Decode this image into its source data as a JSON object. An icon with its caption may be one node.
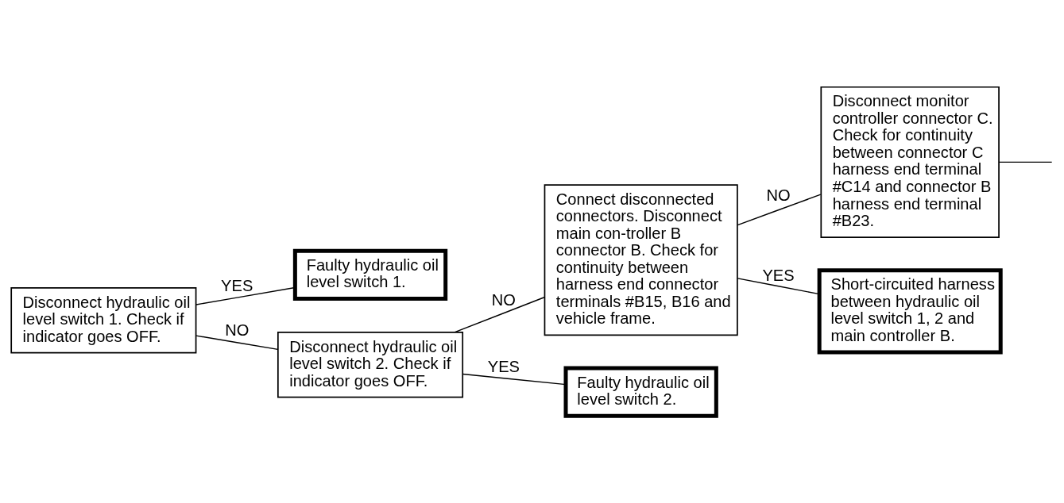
{
  "diagram": {
    "nodes": [
      {
        "text": [
          "Disconnect hydraulic oil level switch 1. Check if indicator goes OFF."
        ]
      },
      {
        "text": [
          "Faulty hydraulic oil level switch 1."
        ]
      },
      {
        "text": [
          "Disconnect hydraulic oil level switch 2. Check if indicator goes OFF."
        ]
      },
      {
        "text": [
          "Connect disconnected connectors. Disconnect main con-troller B connector B. Check for continuity between harness end connector terminals #B15, B16 and vehicle frame."
        ]
      },
      {
        "text": [
          "Disconnect monitor controller connector C. Check for continuity between connector C harness end terminal #C14 and connector B harness end terminal #B23."
        ]
      },
      {
        "text": [
          "Short-circuited harness between hydraulic oil level switch 1, 2 and main controller B."
        ]
      },
      {
        "text": [
          "Faulty hydraulic oil level switch 2."
        ]
      }
    ],
    "edges": [
      {
        "from": 0,
        "to": 1,
        "arrow": "none",
        "label": "YES"
      },
      {
        "from": 0,
        "to": 2,
        "arrow": "none",
        "label": "NO"
      },
      {
        "from": 2,
        "to": 3,
        "arrow": "none",
        "label": "NO"
      },
      {
        "from": 2,
        "to": 6,
        "arrow": "none",
        "label": "YES"
      },
      {
        "from": 3,
        "to": 4,
        "arrow": "none",
        "label": "NO"
      },
      {
        "from": 3,
        "to": 5,
        "arrow": "none",
        "label": "YES"
      },
      {
        "from": 4,
        "to": null,
        "arrow": "none"
      }
    ]
  }
}
